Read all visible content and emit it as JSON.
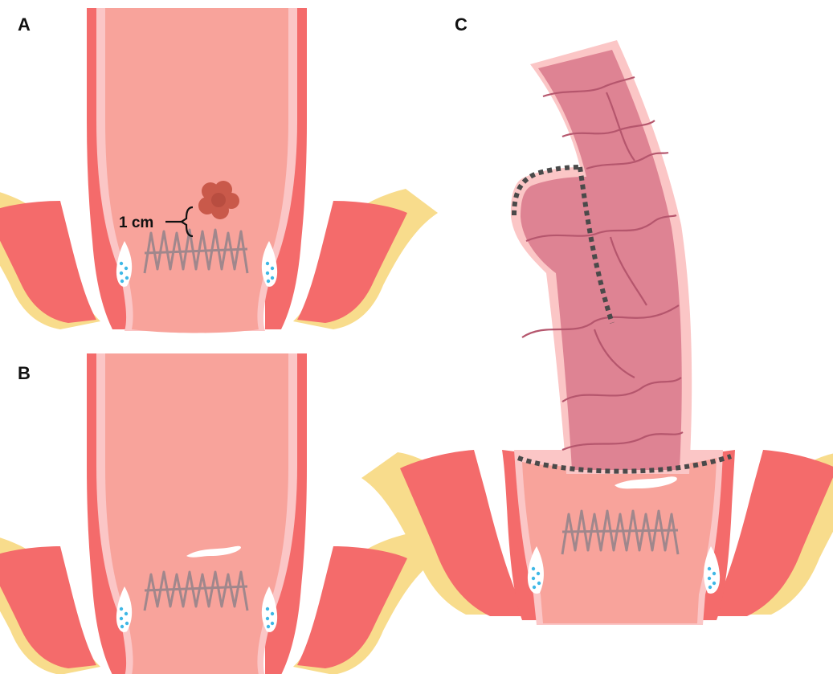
{
  "panels": [
    {
      "label": "A"
    },
    {
      "label": "B"
    },
    {
      "label": "C"
    }
  ],
  "annotations": {
    "distance_label": "1 cm"
  },
  "colors": {
    "muscle": "#f46b6b",
    "fat": "#f8dc8c",
    "mucosa_border": "#fbc6c6",
    "lumen": "#f8a39b",
    "dentate_line": "#a0878c",
    "colon_graft": "#de8393",
    "graft_vessels": "#b5566d",
    "tumor": "#c9594a",
    "gland_fill": "#ffffff",
    "gland_dots": "#3fb8e6",
    "staple_line": "#4a4a4a"
  }
}
